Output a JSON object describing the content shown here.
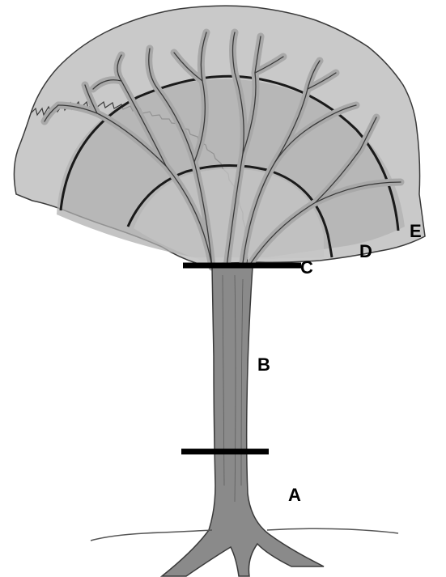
{
  "diagram": {
    "labels": {
      "a": "A",
      "b": "B",
      "c": "C",
      "d": "D",
      "e": "E"
    },
    "colors": {
      "crown_light": "#c9c9c9",
      "crown_mid": "#b4b4b4",
      "crown_inner": "#c4c4c4",
      "trunk": "#8a8a8a",
      "branch": "#a8a8a8",
      "outline": "#3a3a3a",
      "divider": "#000000",
      "ground": "#555555"
    }
  }
}
